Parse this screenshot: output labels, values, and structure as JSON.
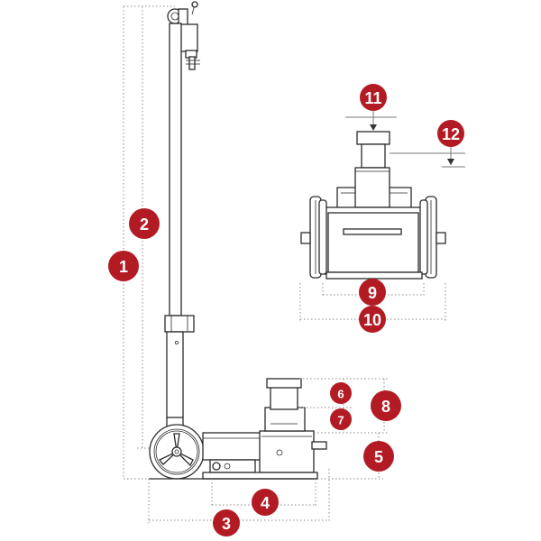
{
  "colors": {
    "badge": "#b31b24",
    "line": "#2b2b2b",
    "dimension": "#888888"
  },
  "callouts": {
    "c1": "1",
    "c2": "2",
    "c3": "3",
    "c4": "4",
    "c5": "5",
    "c6": "6",
    "c7": "7",
    "c8": "8",
    "c9": "9",
    "c10": "10",
    "c11": "11",
    "c12": "12"
  }
}
